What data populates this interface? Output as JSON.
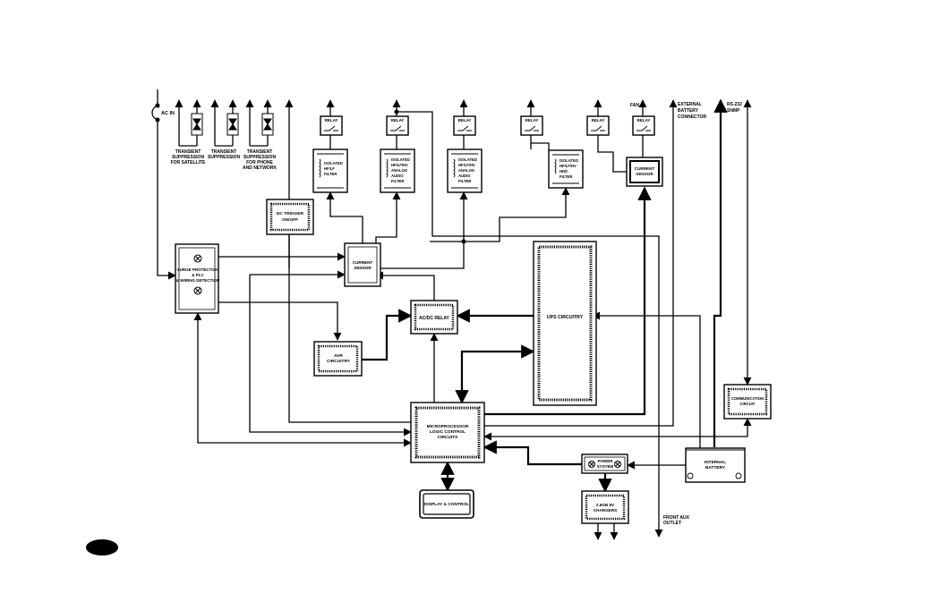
{
  "labels": {
    "ac_in": "AC IN",
    "ts_satellite": [
      "TRANSIENT",
      "SUPPRESSION",
      "FOR SATELLITE"
    ],
    "ts": [
      "TRANSIENT",
      "SUPPRESSION"
    ],
    "ts_phone": [
      "TRANSIENT",
      "SUPPRESSION",
      "FOR PHONE",
      "AND NETWORK"
    ],
    "fan": "FAN",
    "ext_battery": [
      "EXTERNAL",
      "BATTERY",
      "CONNECTOR"
    ],
    "rs232": [
      "RS-232",
      "SNMP"
    ],
    "relay": "RELAY",
    "filter1": [
      "ISOLATED",
      "HF/LF",
      "FILTER"
    ],
    "filter2": [
      "ISOLATED",
      "HF/LF/HV",
      "ANALOG",
      "AUDIO",
      "FILTER"
    ],
    "filter3": [
      "ISOLATED",
      "HF/LF/HV",
      "ANALOG",
      "AUDIO",
      "FILTER"
    ],
    "filter4": [
      "ISOLATED",
      "HF/LF/HV",
      "HDD",
      "FILTER"
    ],
    "current_sensor": [
      "CURRENT",
      "SENSOR"
    ],
    "dc_trigger": [
      "DC TRIGGER",
      "ON/OFF"
    ],
    "surge_protection": [
      "SURGE PROTECTION",
      "& PLC",
      "& WIRING DETECTION"
    ],
    "ac_dc_relay": "AC/DC RELAY",
    "avr": [
      "AVR",
      "CIRCUITRY"
    ],
    "ups": "UPS CIRCUITRY",
    "microprocessor": [
      "MICROPROCESSOR",
      "LOGIC CONTROL",
      "CIRCUITS"
    ],
    "communication": [
      "COMMUNICATION",
      "CIRCUIT"
    ],
    "internal_battery": [
      "INTERNAL",
      "BATTERY"
    ],
    "power_system": [
      "POWER",
      "SYSTEM"
    ],
    "usb_charger": [
      "2.6GB 5V",
      "CHARGERS"
    ],
    "display_control": "DISPLAY & CONTROL",
    "front_aux": [
      "FRONT AUX",
      "OUTLET"
    ]
  },
  "colors": {
    "ink": "#000000",
    "paper": "#ffffff"
  }
}
